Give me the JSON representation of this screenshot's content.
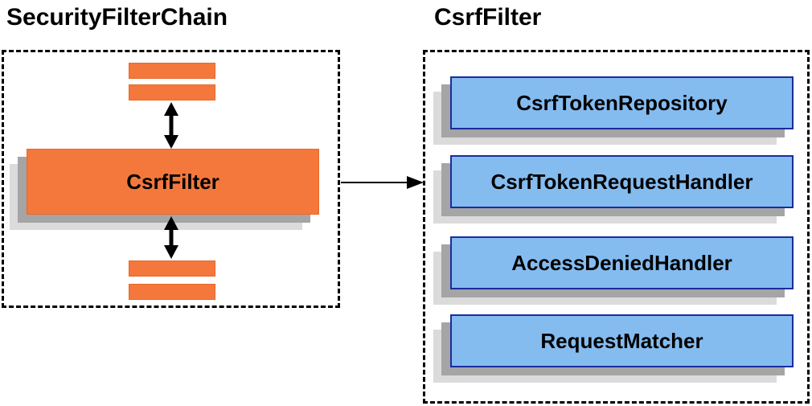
{
  "left_panel": {
    "title": "SecurityFilterChain",
    "csrf_filter_label": "CsrfFilter"
  },
  "right_panel": {
    "title": "CsrfFilter",
    "components": [
      "CsrfTokenRepository",
      "CsrfTokenRequestHandler",
      "AccessDeniedHandler",
      "RequestMatcher"
    ]
  },
  "colors": {
    "orange_fill": "#F4783C",
    "orange_border": "#E8682A",
    "blue_fill": "#85BCF0",
    "blue_border": "#1B2C9E",
    "shadow_dark": "#A5A5A5",
    "shadow_light": "#DBDBDB",
    "arrow": "#000000",
    "container_border": "#000000",
    "text": "#000000"
  }
}
